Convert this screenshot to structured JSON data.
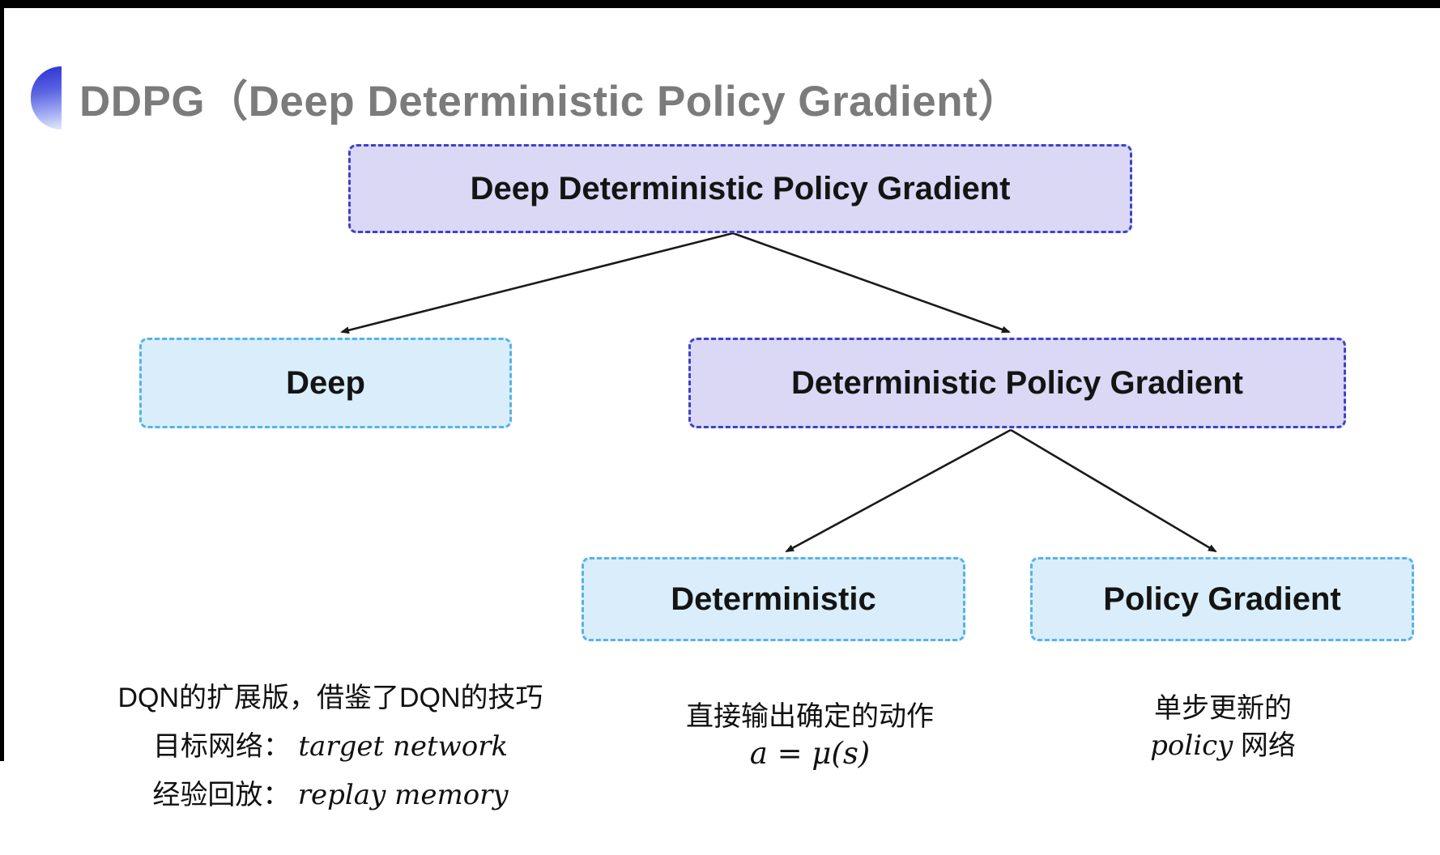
{
  "slide": {
    "title": "DDPG（Deep Deterministic Policy Gradient）"
  },
  "tree": {
    "root": "Deep Deterministic Policy Gradient",
    "left_child": "Deep",
    "right_child": "Deterministic Policy Gradient",
    "grandchild_left": "Deterministic",
    "grandchild_right": "Policy Gradient"
  },
  "notes": {
    "deep": {
      "line1": "DQN的扩展版，借鉴了DQN的技巧",
      "target_label": "目标网络：",
      "target_value": "target network",
      "replay_label": "经验回放：",
      "replay_value": "replay memory"
    },
    "deterministic": {
      "line1": "直接输出确定的动作",
      "formula": "a = μ(s)"
    },
    "policy_gradient": {
      "line1": "单步更新的",
      "line2_en": "policy",
      "line2_zh": "网络"
    }
  },
  "colors": {
    "purple_fill": "#dad8f5",
    "purple_border": "#4041c8",
    "cyan_fill": "#d9eefa",
    "cyan_border": "#57b2e8",
    "title_gray": "#7b7b7b",
    "arrow_black": "#1a1a1a",
    "bullet_blue": "#3036d2"
  }
}
